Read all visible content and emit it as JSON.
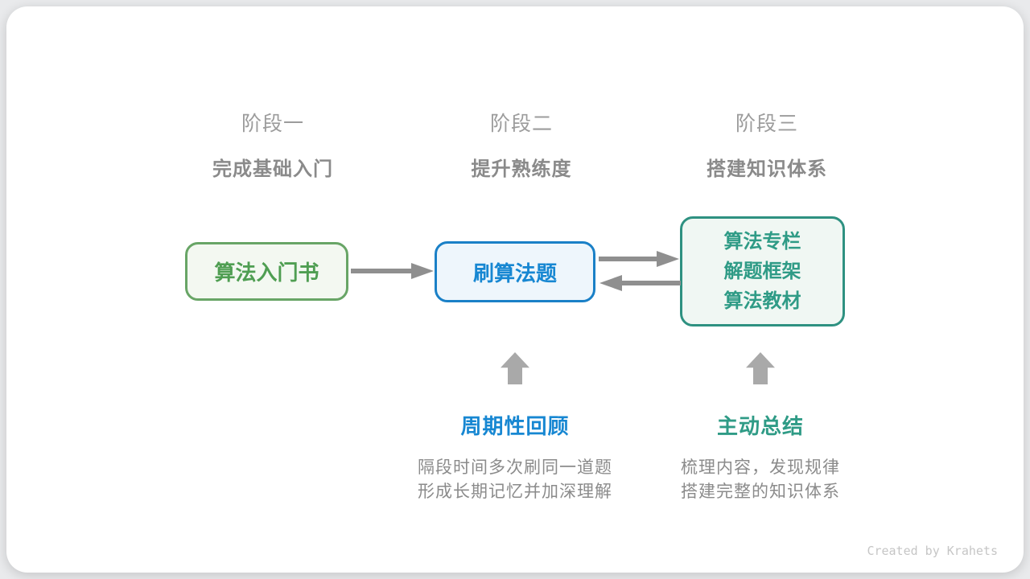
{
  "stages": [
    {
      "label": "阶段一",
      "subtitle": "完成基础入门"
    },
    {
      "label": "阶段二",
      "subtitle": "提升熟练度"
    },
    {
      "label": "阶段三",
      "subtitle": "搭建知识体系"
    }
  ],
  "nodes": [
    {
      "lines": [
        "算法入门书"
      ]
    },
    {
      "lines": [
        "刷算法题"
      ]
    },
    {
      "lines": [
        "算法专栏",
        "解题框架",
        "算法教材"
      ]
    }
  ],
  "notes": [
    {
      "title": "周期性回顾",
      "body": [
        "隔段时间多次刷同一道题",
        "形成长期记忆并加深理解"
      ]
    },
    {
      "title": "主动总结",
      "body": [
        "梳理内容，发现规律",
        "搭建完整的知识体系"
      ]
    }
  ],
  "footer": {
    "credit": "Created by Krahets"
  },
  "colors": {
    "green_text": "#4f9e52",
    "green_border": "#68a566",
    "green_bg": "#f3f8f1",
    "blue_text": "#1787d2",
    "blue_border": "#1a80c7",
    "blue_bg": "#eef6fc",
    "teal_text": "#2f9b86",
    "teal_border": "#2e9181",
    "teal_bg": "#f0f7f3",
    "stage_label": "#9c9c9c",
    "stage_subtitle": "#8a8a8a",
    "note_body": "#8b8b8b",
    "flow_arrow": "#8f8f8f",
    "block_arrow": "#a9a9a9",
    "credit": "#c6c6c6"
  }
}
